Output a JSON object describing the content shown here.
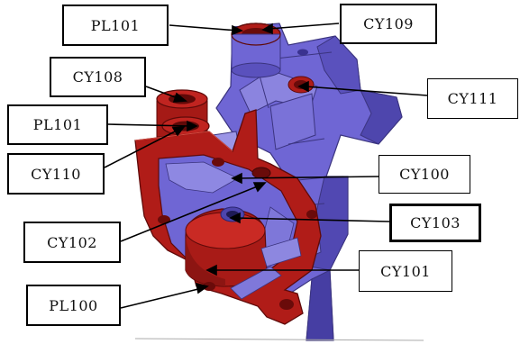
{
  "diagram": {
    "colors": {
      "red_part": "#b01c18",
      "red_dark": "#7a0e0c",
      "blue_part": "#6f66d4",
      "blue_dark": "#423a9c",
      "blue_light": "#9b95e6",
      "leader": "#000000"
    },
    "labels": {
      "pl101_top": "PL101",
      "cy109": "CY109",
      "cy108": "CY108",
      "cy111": "CY111",
      "pl101_mid": "PL101",
      "cy110": "CY110",
      "cy100": "CY100",
      "cy103": "CY103",
      "cy102": "CY102",
      "cy101": "CY101",
      "pl100": "PL100"
    }
  }
}
